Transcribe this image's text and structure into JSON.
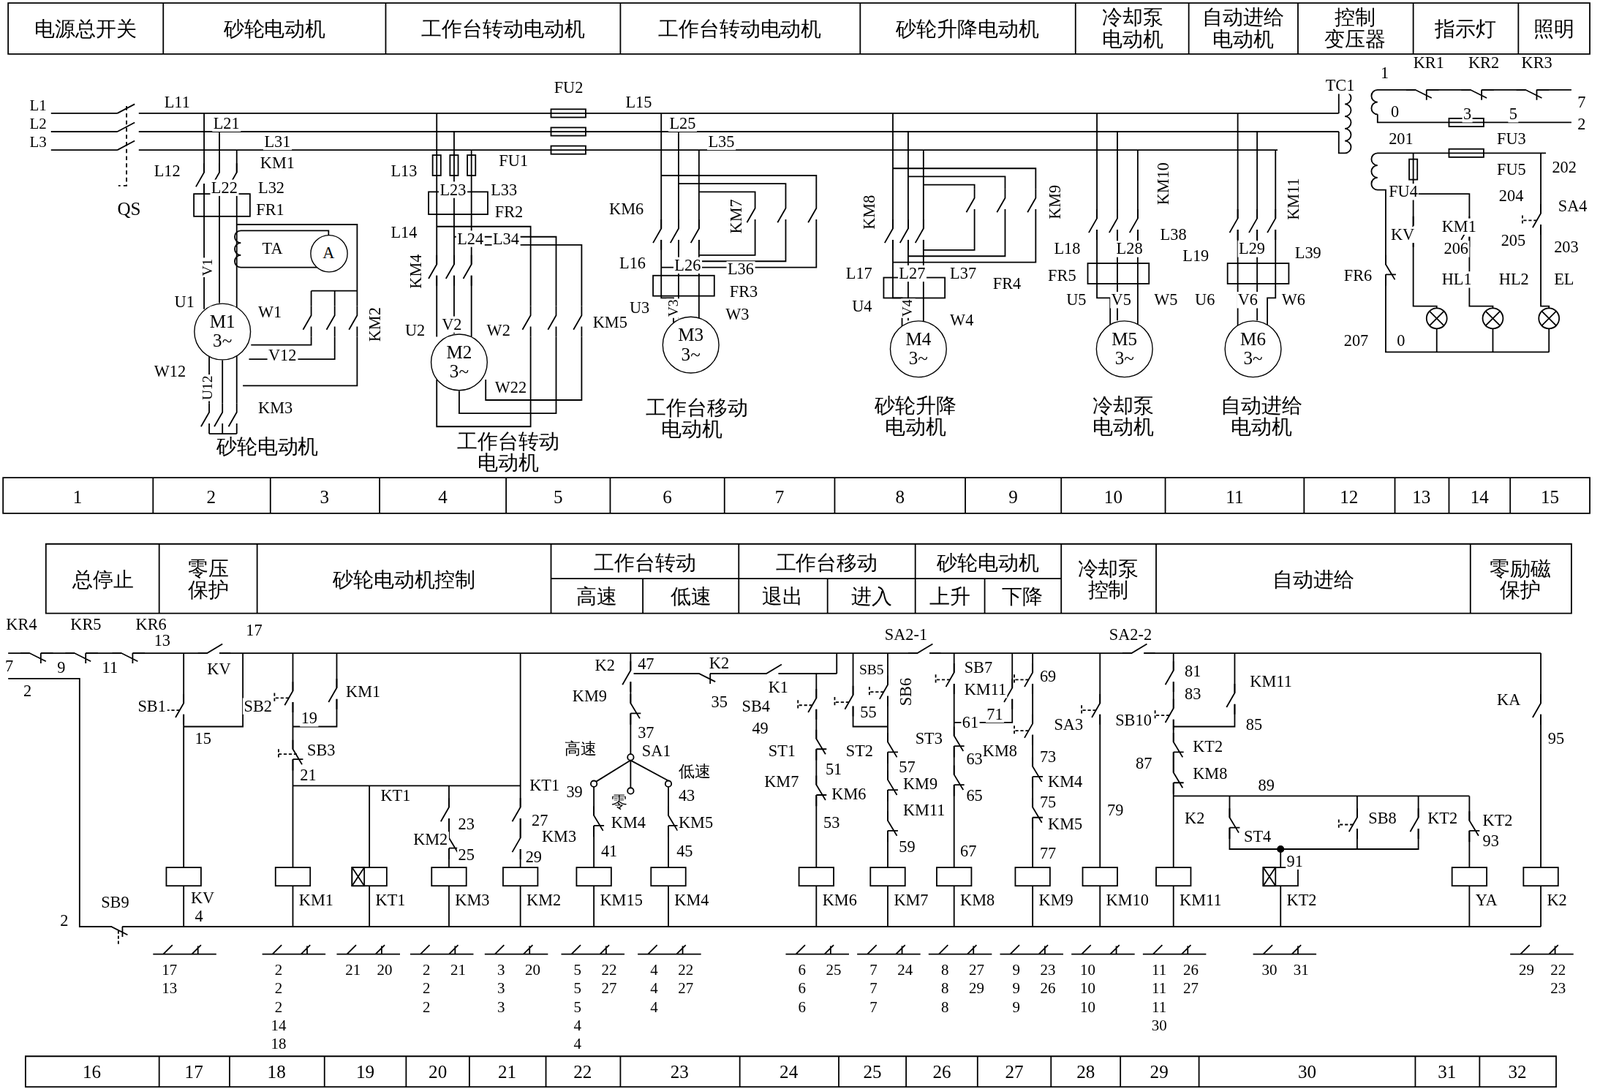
{
  "diagram": {
    "nodes": [
      {
        "text": [
          "A"
        ]
      },
      {
        "text": [
          "M1 3~"
        ]
      },
      {
        "text": [
          "M2 3~"
        ]
      },
      {
        "text": [
          "M3 3~"
        ]
      },
      {
        "text": [
          "M4 3~"
        ]
      },
      {
        "text": [
          "M5 3~"
        ]
      },
      {
        "text": [
          "M6 3~"
        ]
      }
    ],
    "labels": [
      "电源总开关",
      "砂轮电动机",
      "工作台转动电动机",
      "工作台转动电动机",
      "砂轮升降电动机",
      "冷却泵 电动机",
      "自动进给 电动机",
      "控制 变压器",
      "指示灯",
      "照明",
      "1",
      "2",
      "3",
      "4",
      "5",
      "6",
      "7",
      "8",
      "9",
      "10",
      "11",
      "12",
      "13",
      "14",
      "15",
      "L1",
      "L2",
      "L3",
      "L11",
      "L21",
      "L31",
      "QS",
      "L12",
      "L22",
      "L32",
      "KM1",
      "FR1",
      "TA",
      "V1",
      "U1",
      "W1",
      "V12",
      "W12",
      "U12",
      "KM3",
      "KM2",
      "砂轮电动机",
      "L13",
      "FU1",
      "L23",
      "L33",
      "FR2",
      "L14",
      "L24",
      "L34",
      "KM4",
      "U2",
      "V2",
      "W2",
      "W22",
      "KM5",
      "工作台转动 电动机",
      "FU2",
      "L15",
      "L25",
      "L35",
      "KM6",
      "KM7",
      "L16",
      "L26",
      "L36",
      "FR3",
      "U3",
      "V3",
      "W3",
      "工作台移动 电动机",
      "KM8",
      "KM9",
      "L17",
      "L27",
      "L37",
      "FR4",
      "U4",
      "V4",
      "W4",
      "砂轮升降 电动机",
      "KM10",
      "L18",
      "L28",
      "L38",
      "FR5",
      "U5",
      "V5",
      "W5",
      "冷却泵 电动机",
      "KM11",
      "L19",
      "L29",
      "L39",
      "U6",
      "V6",
      "W6",
      "自动进给 电动机",
      "TC1",
      "1",
      "KR1",
      "KR2",
      "KR3",
      "7",
      "0",
      "3",
      "5",
      "2",
      "201",
      "FU3",
      "202",
      "FU5",
      "FU4",
      "204",
      "SA4",
      "KV",
      "KM1",
      "206",
      "205",
      "203",
      "HL1",
      "HL2",
      "EL",
      "FR6",
      "207",
      "0",
      "总停止",
      "零压 保护",
      "砂轮电动机控制",
      "工作台转动",
      "高速",
      "低速",
      "工作台移动",
      "退出",
      "进入",
      "砂轮电动机",
      "上升",
      "下降",
      "冷却泵 控制",
      "自动进给",
      "零励磁 保护",
      "KR4",
      "KR5",
      "KR6",
      "7",
      "9",
      "11",
      "13",
      "17",
      "2",
      "KV",
      "SB1",
      "15",
      "SB2",
      "19",
      "KM1",
      "SB3",
      "21",
      "KT1",
      "23",
      "KM2",
      "25",
      "KT1",
      "27",
      "KM3",
      "29",
      "K2",
      "47",
      "KM9",
      "37",
      "高速",
      "SA1",
      "低速",
      "39",
      "零",
      "43",
      "KM4",
      "KM5",
      "41",
      "45",
      "K2",
      "35",
      "K1",
      "SB4",
      "49",
      "SB5",
      "55",
      "SB6",
      "ST1",
      "51",
      "KM7",
      "ST2",
      "ST3",
      "57",
      "KM6",
      "KM9",
      "53",
      "KM11",
      "59",
      "SA2-1",
      "SB7",
      "KM11",
      "71",
      "61",
      "69",
      "63",
      "KM8",
      "SA3",
      "73",
      "65",
      "KM4",
      "75",
      "KM5",
      "67",
      "77",
      "79",
      "SA2-2",
      "81",
      "83",
      "KM11",
      "SB10",
      "85",
      "KT2",
      "87",
      "KM8",
      "89",
      "K2",
      "ST4",
      "SB8",
      "KT2",
      "KT2",
      "93",
      "91",
      "KA",
      "95",
      "KV",
      "4",
      "KM1",
      "KT1",
      "KM3",
      "KM2",
      "KM15",
      "KM4",
      "KM6",
      "KM7",
      "KM8",
      "KM9",
      "KM10",
      "KM11",
      "KT2",
      "YA",
      "K2",
      "2",
      "SB9",
      "17",
      "13",
      "2",
      "2",
      "2",
      "14",
      "18",
      "21",
      "20",
      "2",
      "2",
      "2",
      "21",
      "3",
      "3",
      "3",
      "20",
      "5",
      "5",
      "5",
      "4",
      "4",
      "22",
      "27",
      "4",
      "4",
      "4",
      "22",
      "27",
      "6",
      "6",
      "6",
      "25",
      "7",
      "7",
      "7",
      "24",
      "8",
      "8",
      "8",
      "27",
      "29",
      "9",
      "9",
      "9",
      "23",
      "26",
      "10",
      "10",
      "10",
      "11",
      "11",
      "11",
      "30",
      "26",
      "27",
      "30",
      "31",
      "29",
      "22",
      "23",
      "16",
      "17",
      "18",
      "19",
      "20",
      "21",
      "22",
      "23",
      "24",
      "25",
      "26",
      "27",
      "28",
      "29",
      "30",
      "31",
      "32"
    ]
  }
}
